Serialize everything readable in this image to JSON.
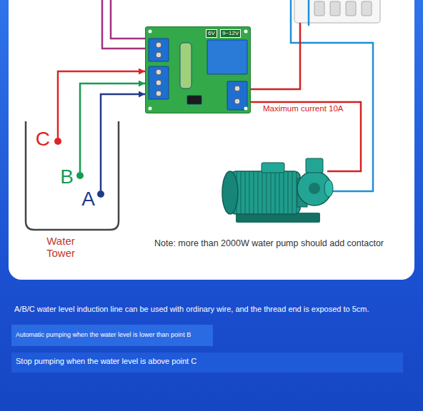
{
  "diagram": {
    "nodes": [
      {
        "text": [
          "6V",
          "9~12V"
        ]
      },
      {
        "text": [
          "Water Tower"
        ]
      },
      {
        "text": [
          "C"
        ],
        "in": 1
      },
      {
        "text": [
          "B"
        ],
        "in": 1
      },
      {
        "text": [
          "A"
        ],
        "in": 1
      }
    ],
    "edges": [
      {
        "from": 2,
        "to": 0,
        "arrow": "to"
      },
      {
        "from": 3,
        "to": 0,
        "arrow": "to"
      },
      {
        "from": 4,
        "to": 0,
        "arrow": "to"
      }
    ],
    "labels": [
      "Maximum current 10A",
      "Note: more than 2000W water pump should add contactor",
      "A/B/C water level induction line can be used with ordinary wire, and the thread end is exposed to 5cm.",
      "Automatic pumping when the water level is lower than point B",
      "Stop pumping when the water level is above point C"
    ]
  }
}
